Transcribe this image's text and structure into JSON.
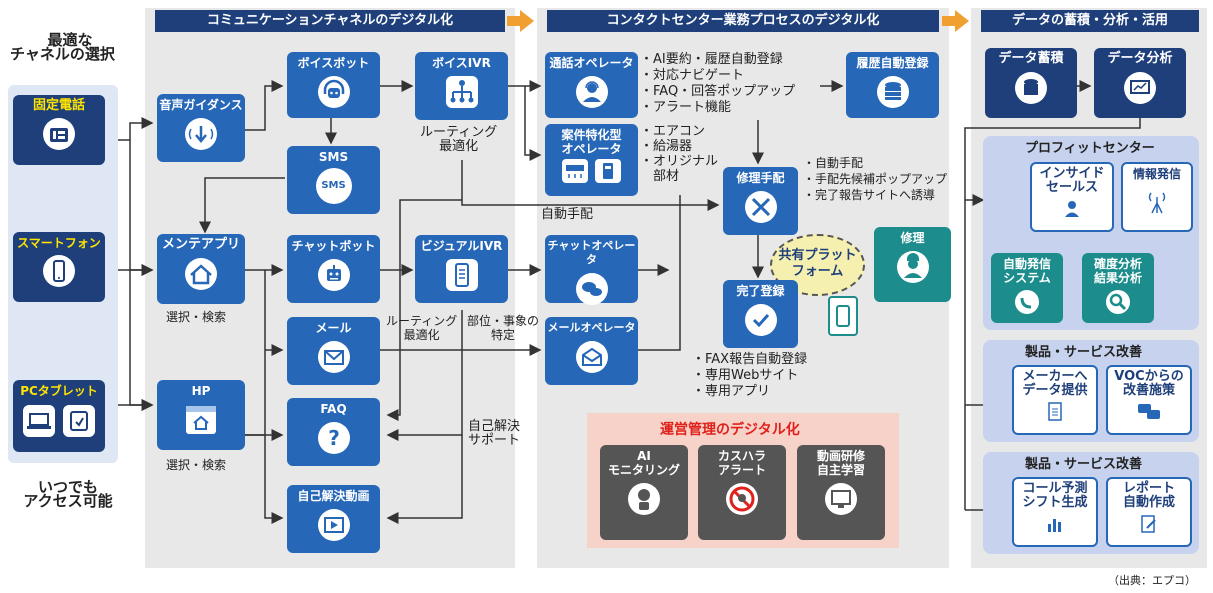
{
  "left": {
    "top_label": [
      "最適な",
      "チャネルの選択"
    ],
    "channels": [
      {
        "name": "固定電話",
        "icon": "phone-icon"
      },
      {
        "name": "スマートフォン",
        "icon": "smartphone-icon"
      },
      {
        "name": "PCタブレット",
        "icon": "pc-tablet-icon"
      }
    ],
    "bottom_label": [
      "いつでも",
      "アクセス可能"
    ]
  },
  "sections": {
    "s1": "コミュニケーションチャネルのデジタル化",
    "s2": "コンタクトセンター業務プロセスのデジタル化",
    "s3": "データの蓄積・分析・活用"
  },
  "col1": {
    "voice_guidance": "音声ガイダンス",
    "maint_app": "メンテアプリ",
    "maint_sub": "選択・検索",
    "hp": "HP",
    "hp_sub": "選択・検索"
  },
  "col2": {
    "voicebot": "ボイスボット",
    "sms": "SMS",
    "sms_icon_text": "SMS",
    "chatbot": "チャットボット",
    "mail": "メール",
    "faq": "FAQ",
    "self_video": "自己解決動画"
  },
  "col3": {
    "voice_ivr": "ボイスIVR",
    "routing1": [
      "ルーティング",
      "最適化"
    ],
    "visual_ivr": "ビジュアルIVR",
    "routing2": [
      "ルーティング",
      "最適化"
    ],
    "parts": [
      "部位・事象の",
      "特定"
    ],
    "self_support": [
      "自己解決",
      "サポート"
    ],
    "auto_arrange": "自動手配"
  },
  "center": {
    "call_operator": "通話オペレータ",
    "call_features": [
      "・AI要約・履歴自動登録",
      "・対応ナビゲート",
      "・FAQ・回答ポップアップ",
      "・アラート機能"
    ],
    "case_operator": [
      "案件特化型",
      "オペレータ"
    ],
    "case_items": [
      "・エアコン",
      "・給湯器",
      "・オリジナル",
      "　部材"
    ],
    "history_reg": "履歴自動登録",
    "repair_arrange": "修理手配",
    "repair_features": [
      "・自動手配",
      "・手配先候補ポップアップ",
      "・完了報告サイトへ誘導"
    ],
    "chat_operator": "チャットオペレータ",
    "mail_operator": "メールオペレータ",
    "shared_platform": [
      "共有プラット",
      "フォーム"
    ],
    "repair": "修理",
    "completion": "完了登録",
    "completion_features": [
      "・FAX報告自動登録",
      "・専用Webサイト",
      "・専用アプリ"
    ],
    "ops_title": "運営管理のデジタル化",
    "ops": [
      [
        "AI",
        "モニタリング"
      ],
      [
        "カスハラ",
        "アラート"
      ],
      [
        "動画研修",
        "自主学習"
      ]
    ]
  },
  "right": {
    "accumulate": "データ蓄積",
    "analyze": "データ分析",
    "profit_center": "プロフィットセンター",
    "inside_sales": [
      "インサイド",
      "セールス"
    ],
    "info_send": "情報発信",
    "auto_send": [
      "自動発信",
      "システム"
    ],
    "prob_analysis": [
      "確度分析",
      "結果分析"
    ],
    "improve1": "製品・サービス改善",
    "maker": [
      "メーカーへ",
      "データ提供"
    ],
    "voc": [
      "VOCからの",
      "改善施策"
    ],
    "improve2": "製品・サービス改善",
    "call_forecast": [
      "コール予測",
      "シフト生成"
    ],
    "report": [
      "レポート",
      "自動作成"
    ]
  },
  "source": "（出典：エプコ）"
}
